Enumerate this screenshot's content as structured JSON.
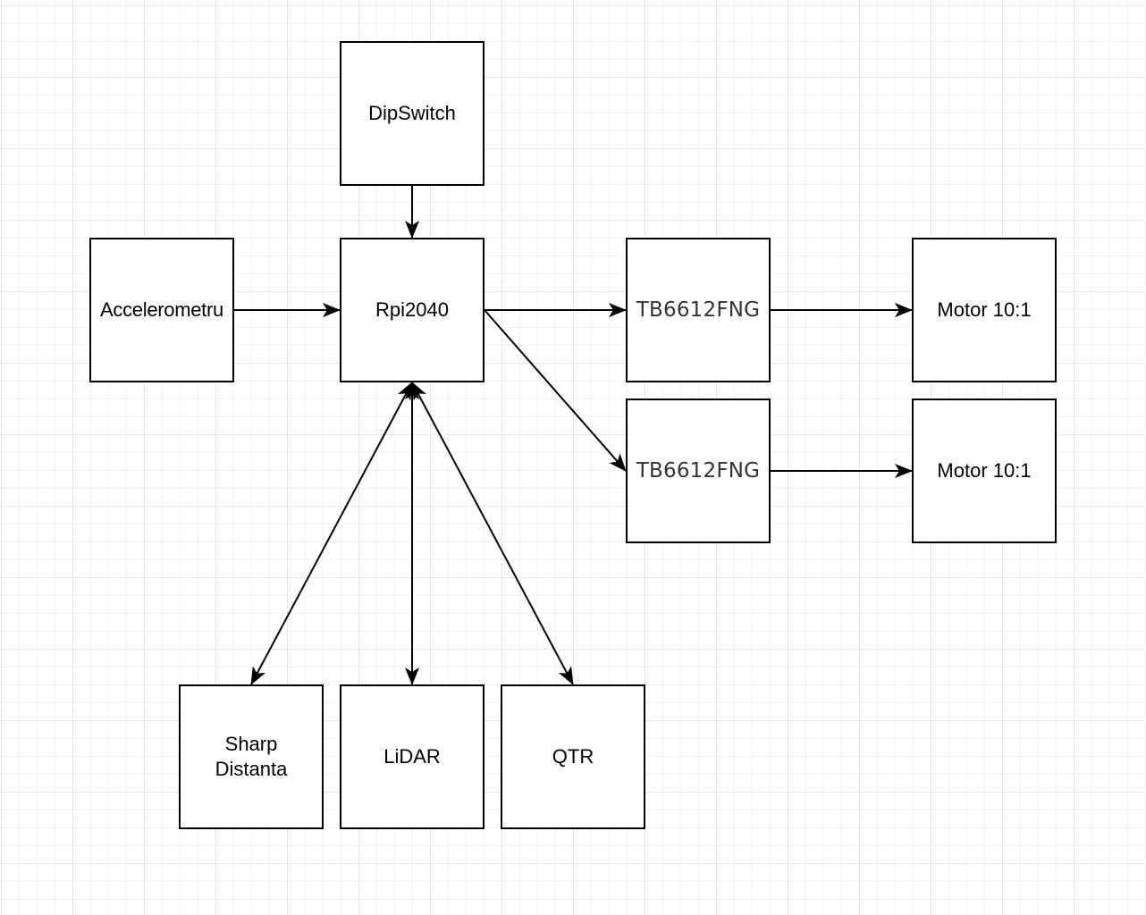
{
  "diagram": {
    "background": "#ffffff",
    "grid": true,
    "nodes": [
      {
        "id": "dipswitch",
        "label": "DipSwitch"
      },
      {
        "id": "accel",
        "label": "Accelerometru"
      },
      {
        "id": "rpi",
        "label": "Rpi2040"
      },
      {
        "id": "driver1",
        "label": "TB6612FNG"
      },
      {
        "id": "driver2",
        "label": "TB6612FNG"
      },
      {
        "id": "motor1",
        "label": "Motor 10:1"
      },
      {
        "id": "motor2",
        "label": "Motor 10:1"
      },
      {
        "id": "sharp",
        "label": "Sharp\nDistanta"
      },
      {
        "id": "lidar",
        "label": "LiDAR"
      },
      {
        "id": "qtr",
        "label": "QTR"
      }
    ],
    "edges": [
      {
        "from": "dipswitch",
        "to": "rpi",
        "direction": "forward"
      },
      {
        "from": "accel",
        "to": "rpi",
        "direction": "forward"
      },
      {
        "from": "rpi",
        "to": "driver1",
        "direction": "forward"
      },
      {
        "from": "rpi",
        "to": "driver2",
        "direction": "forward"
      },
      {
        "from": "driver1",
        "to": "motor1",
        "direction": "forward"
      },
      {
        "from": "driver2",
        "to": "motor2",
        "direction": "forward"
      },
      {
        "from": "rpi",
        "to": "sharp",
        "direction": "both"
      },
      {
        "from": "rpi",
        "to": "lidar",
        "direction": "both"
      },
      {
        "from": "rpi",
        "to": "qtr",
        "direction": "both"
      }
    ]
  }
}
